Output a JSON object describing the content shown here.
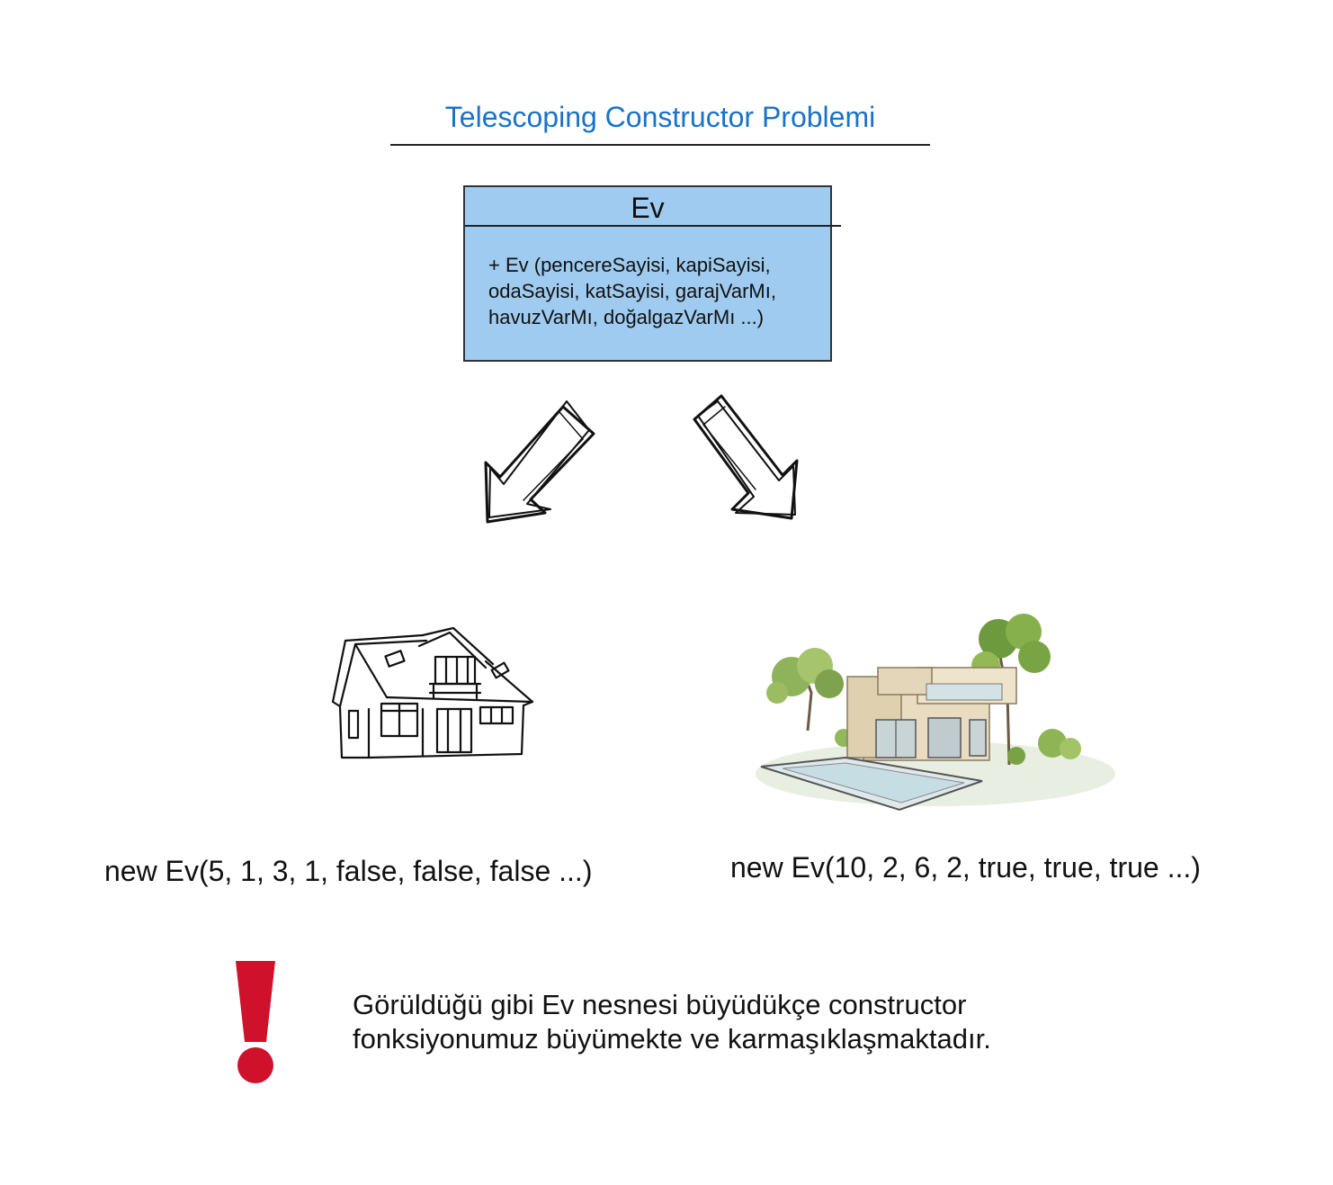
{
  "title": "Telescoping Constructor Problemi",
  "class": {
    "name": "Ev",
    "method_lines": [
      "+ Ev (pencereSayisi, kapiSayisi,",
      "odaSayisi, katSayisi, garajVarMı,",
      "havuzVarMı, doğalgazVarMı ...)"
    ]
  },
  "instances": [
    {
      "call": "new Ev(5, 1, 3, 1, false, false, false ...)",
      "icon": "simple-house-sketch-icon"
    },
    {
      "call": "new Ev(10, 2, 6, 2, true, true, true ...)",
      "icon": "luxury-villa-illustration-icon"
    }
  ],
  "warning": {
    "icon": "exclamation-icon",
    "lines": [
      "Görüldüğü gibi Ev nesnesi büyüdükçe constructor",
      "fonksiyonumuz büyümekte ve karmaşıklaşmaktadır."
    ]
  },
  "colors": {
    "title": "#1a73c8",
    "class_fill": "#9ecbef",
    "warning": "#d0112b"
  }
}
